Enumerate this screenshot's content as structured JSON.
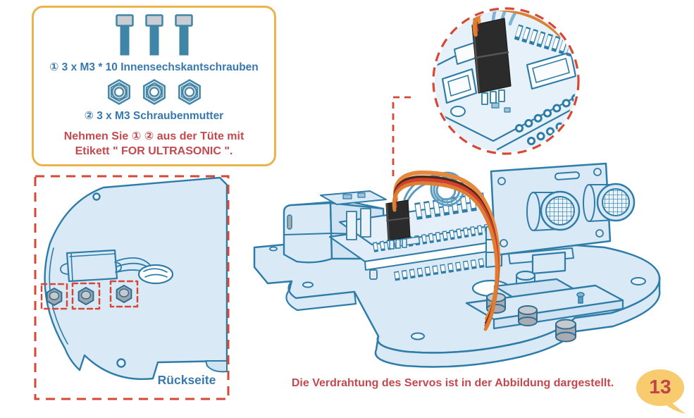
{
  "parts_box": {
    "items": [
      {
        "label": "① 3 x M3 * 10 Innensechskantschrauben",
        "icon": "hex-socket-screw-icon",
        "quantity": 3
      },
      {
        "label": "② 3 x M3 Schraubenmutter",
        "icon": "hex-nut-icon",
        "quantity": 3
      }
    ],
    "note_line1": "Nehmen Sie ① ② aus der Tüte mit",
    "note_line2": "Etikett \" FOR ULTRASONIC \"."
  },
  "back_view": {
    "label": "Rückseite"
  },
  "caption": "Die Verdrahtung des Servos ist in der Abbildung dargestellt.",
  "page": {
    "number": "13"
  },
  "colors": {
    "accent_yellow_border": "#E9B44C",
    "blue_text": "#3879AD",
    "red_text": "#C2494D",
    "dashed_highlight_red": "#D64835",
    "illustration_line_blue": "#2E7CA8",
    "illustration_fill_blue": "#D9E9F6",
    "wire_orange": "#E8883C",
    "wire_red": "#D3402E",
    "wire_brown": "#4A2B1A",
    "metal_gray": "#A8ACB0",
    "bubble_fill": "#F9CB6F",
    "page_number_color": "#BE4645"
  }
}
